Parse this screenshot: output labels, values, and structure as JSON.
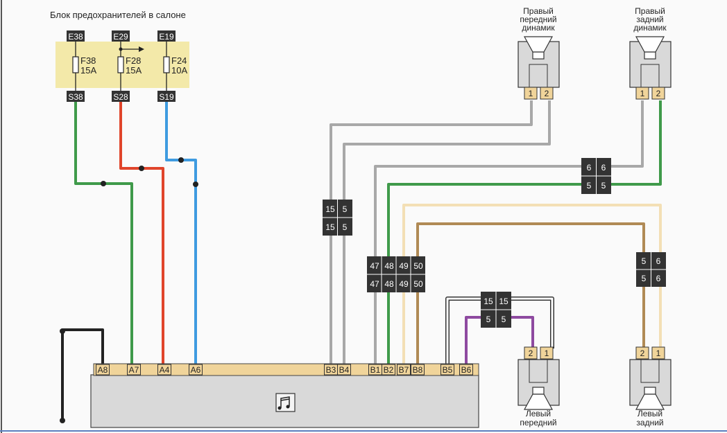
{
  "fuse_block": {
    "title": "Блок предохранителей в салоне",
    "inputs": [
      "E38",
      "E29",
      "E19"
    ],
    "outputs": [
      "S38",
      "S28",
      "S19"
    ],
    "fuses": [
      {
        "name": "F38",
        "rating": "15A"
      },
      {
        "name": "F28",
        "rating": "15A"
      },
      {
        "name": "F24",
        "rating": "10A"
      }
    ]
  },
  "head_unit": {
    "icon": "music-note-icon",
    "pins": [
      "A8",
      "A7",
      "A4",
      "A6",
      "B3",
      "B4",
      "B1",
      "B2",
      "B7",
      "B8",
      "B5",
      "B6"
    ]
  },
  "connectors": {
    "c15_5": [
      "15",
      "5",
      "15",
      "5"
    ],
    "c47_50": [
      "47",
      "48",
      "49",
      "50",
      "47",
      "48",
      "49",
      "50"
    ],
    "c6_5": [
      "6",
      "6",
      "5",
      "5"
    ],
    "c15_15": [
      "15",
      "15",
      "5",
      "5"
    ],
    "c5_6": [
      "5",
      "6",
      "5",
      "6"
    ]
  },
  "speakers": {
    "right_front": {
      "label1": "Правый",
      "label2": "передний",
      "label3": "динамик",
      "pins": [
        "1",
        "2"
      ]
    },
    "right_rear": {
      "label1": "Правый",
      "label2": "задний",
      "label3": "динамик",
      "pins": [
        "1",
        "2"
      ]
    },
    "left_front": {
      "label1": "Левый",
      "label2": "передний",
      "pins": [
        "2",
        "1"
      ]
    },
    "left_rear": {
      "label1": "Левый",
      "label2": "задний",
      "pins": [
        "2",
        "1"
      ]
    }
  },
  "colors": {
    "green": "#3f9a4a",
    "red": "#e0452b",
    "blue": "#3e9be0",
    "gray": "#a8a8a8",
    "brown": "#b08a55",
    "cream": "#f3dfb5",
    "purple": "#8e4aa0",
    "black": "#222222",
    "fuse_bg": "#f3e9a9",
    "connector": "#f0d49a",
    "unit": "#d9d9d9"
  }
}
